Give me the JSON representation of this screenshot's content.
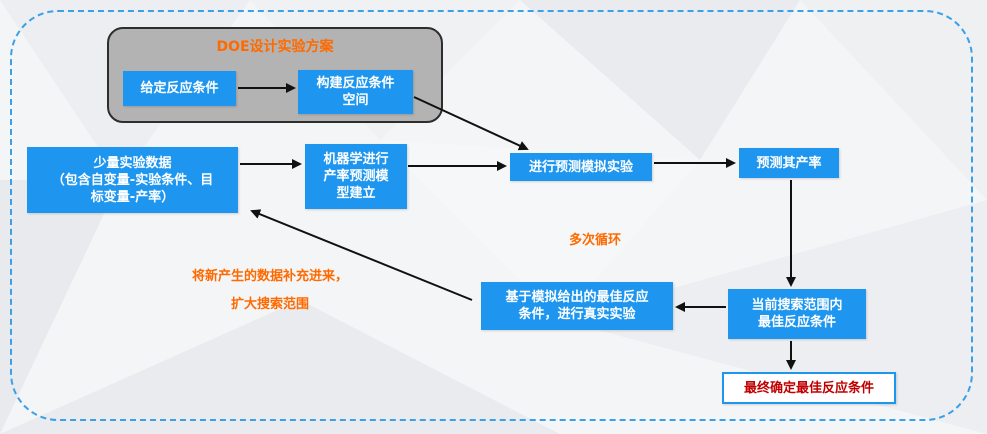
{
  "doe": {
    "title": "DOE设计实验方案"
  },
  "boxes": {
    "given_conditions": "给定反应条件",
    "build_space": "构建反应条件\n空间",
    "small_data": "少量实验数据\n（包含自变量-实验条件、目\n标变量-产率）",
    "ml_model": "机器学进行\n产率预测模\n型建立",
    "prediction_sim": "进行预测模拟实验",
    "predict_yield": "预测其产率",
    "current_best": "当前搜索范围内\n最佳反应条件",
    "real_experiment": "基于模拟给出的最佳反应\n条件，进行真实实验",
    "final": "最终确定最佳反应条件"
  },
  "labels": {
    "loop": "多次循环",
    "supplement_line1": "将新产生的数据补充进来，",
    "supplement_line2": "扩大搜索范围"
  },
  "colors": {
    "box_fill": "#1e96ef",
    "accent_orange": "#ff6a00",
    "final_text": "#c00000",
    "frame_dash": "#3aa0e8",
    "doe_panel": "#b3b3b3"
  }
}
